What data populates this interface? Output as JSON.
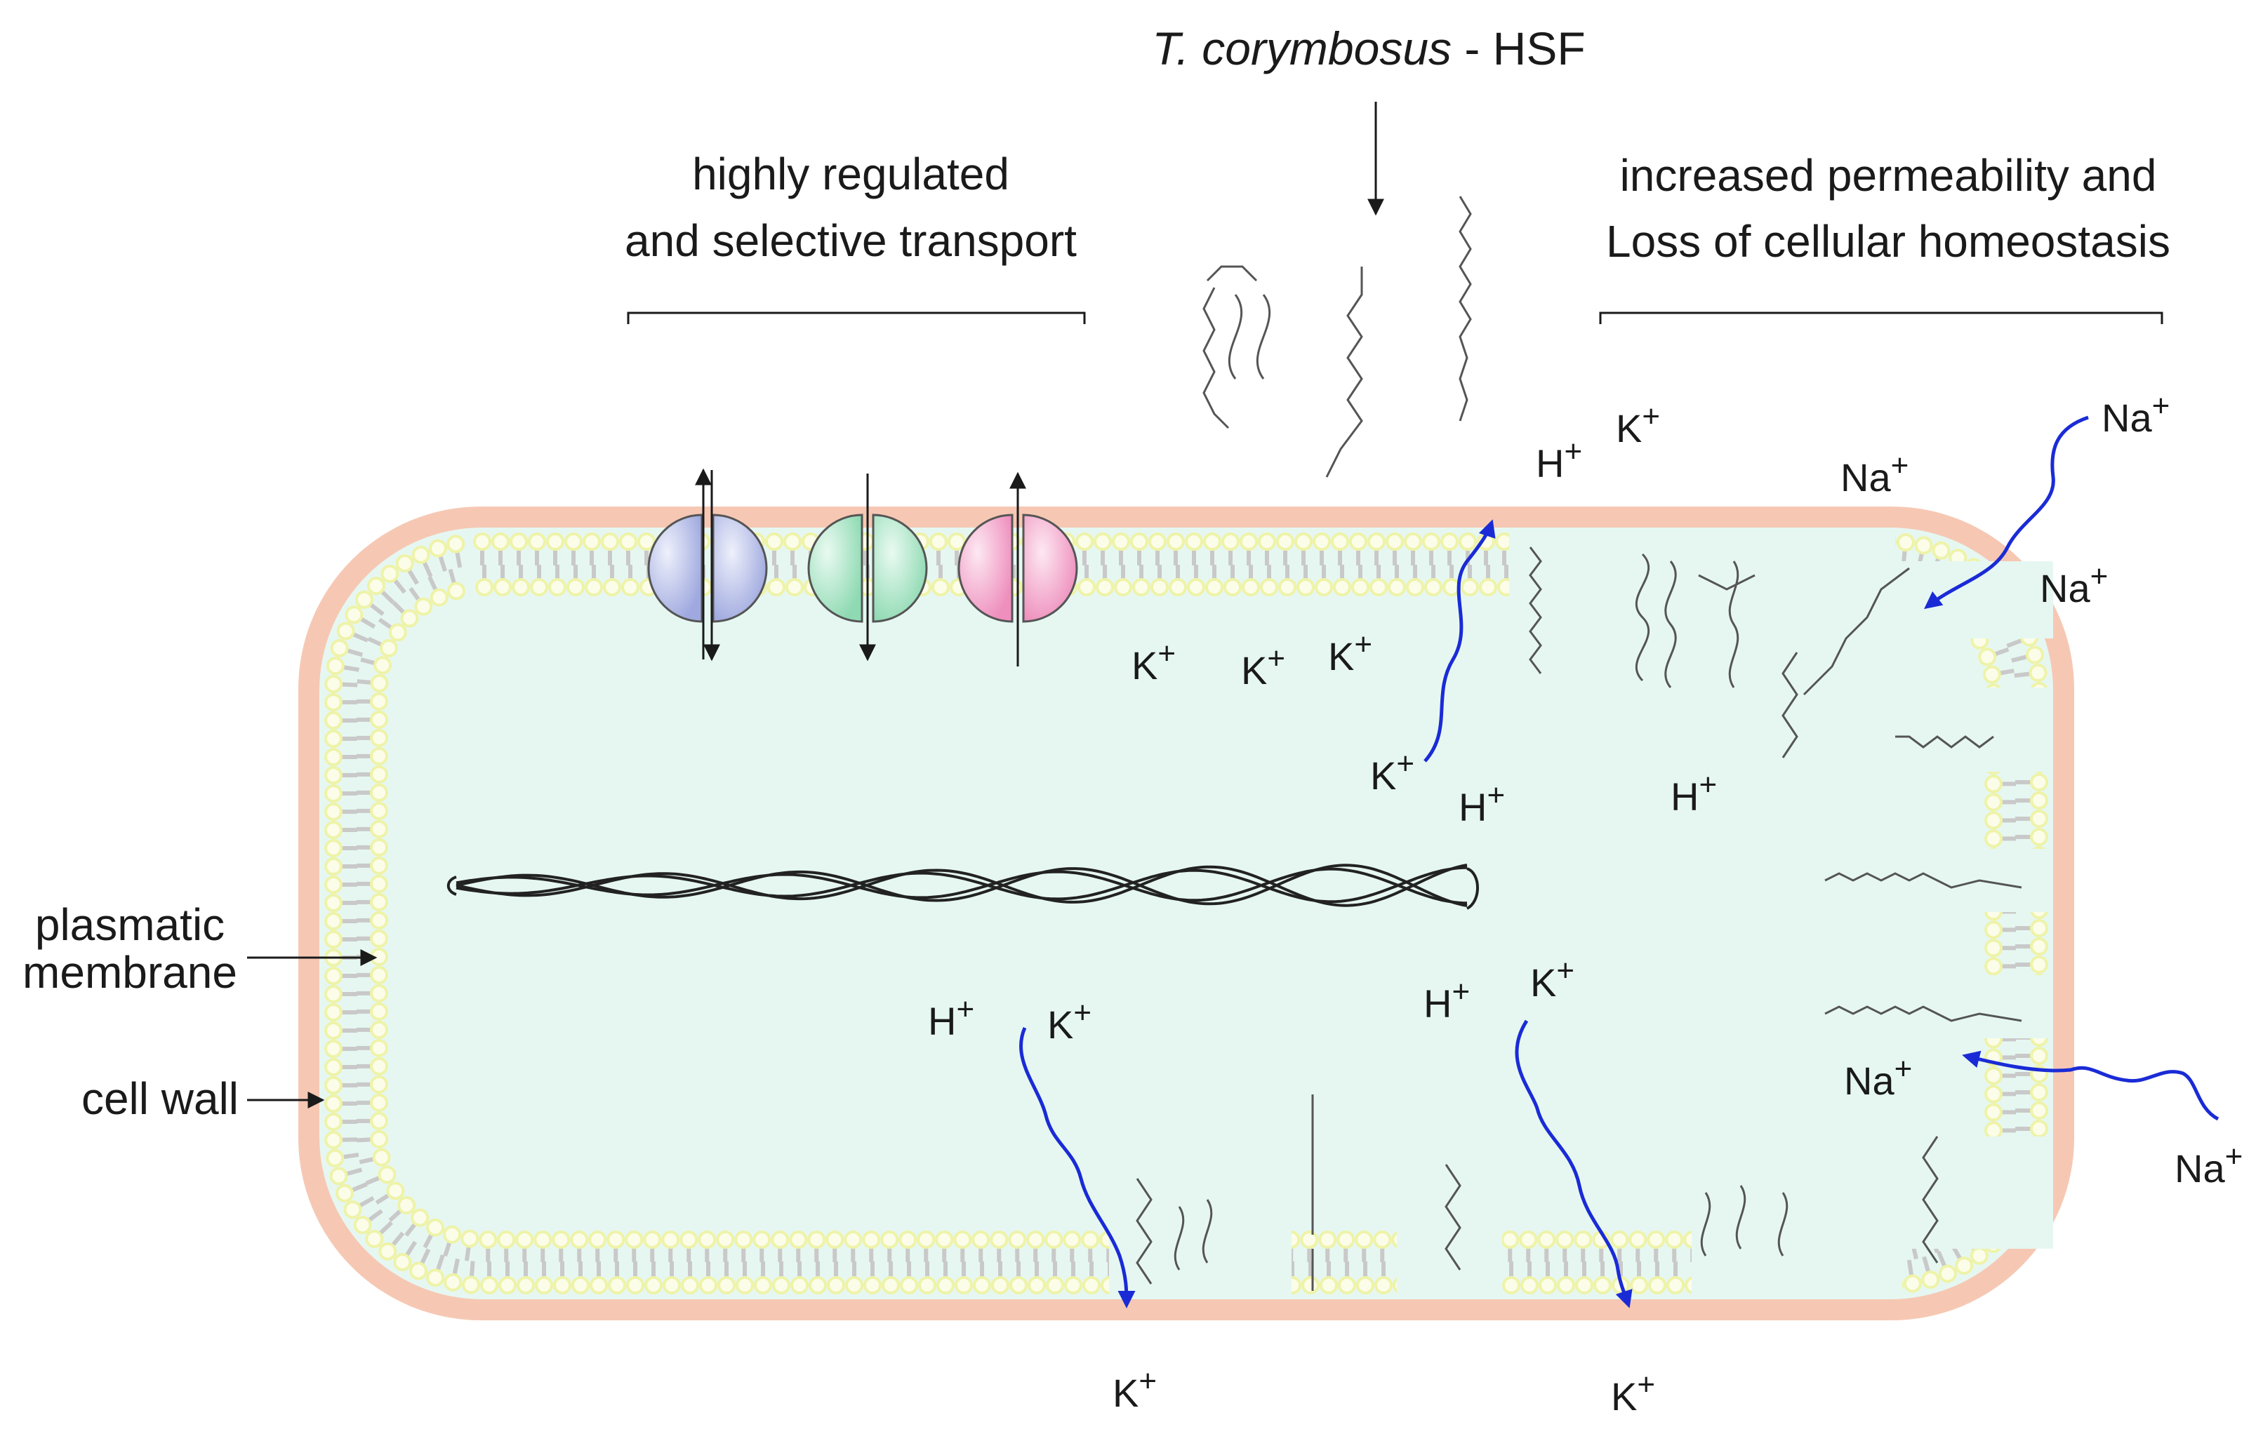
{
  "header": {
    "title_italic": "T. corymbosus",
    "title_rest": " - HSF"
  },
  "left_heading": {
    "line1": "highly regulated",
    "line2": "and selective transport"
  },
  "right_heading": {
    "line1": "increased permeability and",
    "line2": "Loss of cellular homeostasis"
  },
  "labels": {
    "membrane_line1": "plasmatic",
    "membrane_line2": "membrane",
    "cell_wall": "cell wall"
  },
  "ions": {
    "K": "K",
    "H": "H",
    "Na": "Na",
    "plus": "+"
  },
  "colors": {
    "cell_wall": "#f6c8b3",
    "cytoplasm": "#e6f7f2",
    "lipid_head": "#eef3a8",
    "lipid_tail": "#c9c9c9",
    "ion_arrow": "#1a2bd6",
    "channel_blue": "#b3bce8",
    "channel_green": "#a9e5c4",
    "channel_pink": "#f3a8cc"
  }
}
